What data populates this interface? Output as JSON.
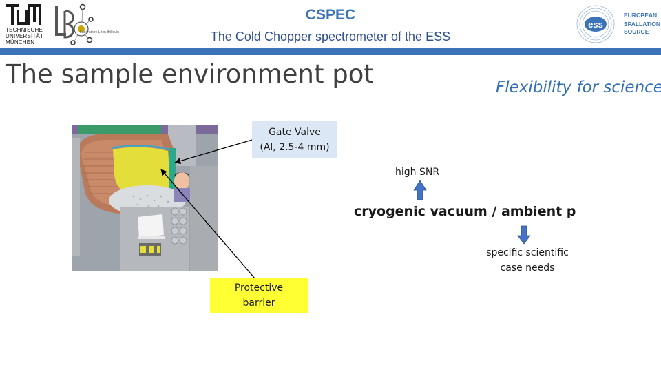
{
  "header": {
    "tum_logo": {
      "mark": "TUM",
      "lines": [
        "TECHNISCHE",
        "UNIVERSITÄT",
        "MÜNCHEN"
      ]
    },
    "lb_logo": {
      "text": "Laboratoire Léon Brillouin"
    },
    "title": "CSPEC",
    "subtitle": "The Cold Chopper spectrometer of the ESS",
    "ess_logo": {
      "mark": "ess",
      "lines": [
        "EUROPEAN",
        "SPALLATION",
        "SOURCE"
      ]
    }
  },
  "slide": {
    "title": "The sample environment pot",
    "tagline": "Flexibility for science"
  },
  "callouts": {
    "gate_valve": {
      "line1": "Gate Valve",
      "line2": "(Al, 2.5-4 mm)"
    },
    "protective_barrier": {
      "line1": "Protective",
      "line2": "barrier"
    }
  },
  "points": {
    "high_snr": "high SNR",
    "cryogenic": "cryogenic vacuum / ambient p",
    "specific_line1": "specific scientific",
    "specific_line2": "case needs"
  },
  "colors": {
    "accent_blue": "#3b73b9",
    "title_gray": "#404040",
    "tagline_blue": "#2f6eb5",
    "gate_box_bg": "#dce7f5",
    "barrier_box_bg": "#ffff33",
    "arrow_fill": "#4472c4"
  }
}
